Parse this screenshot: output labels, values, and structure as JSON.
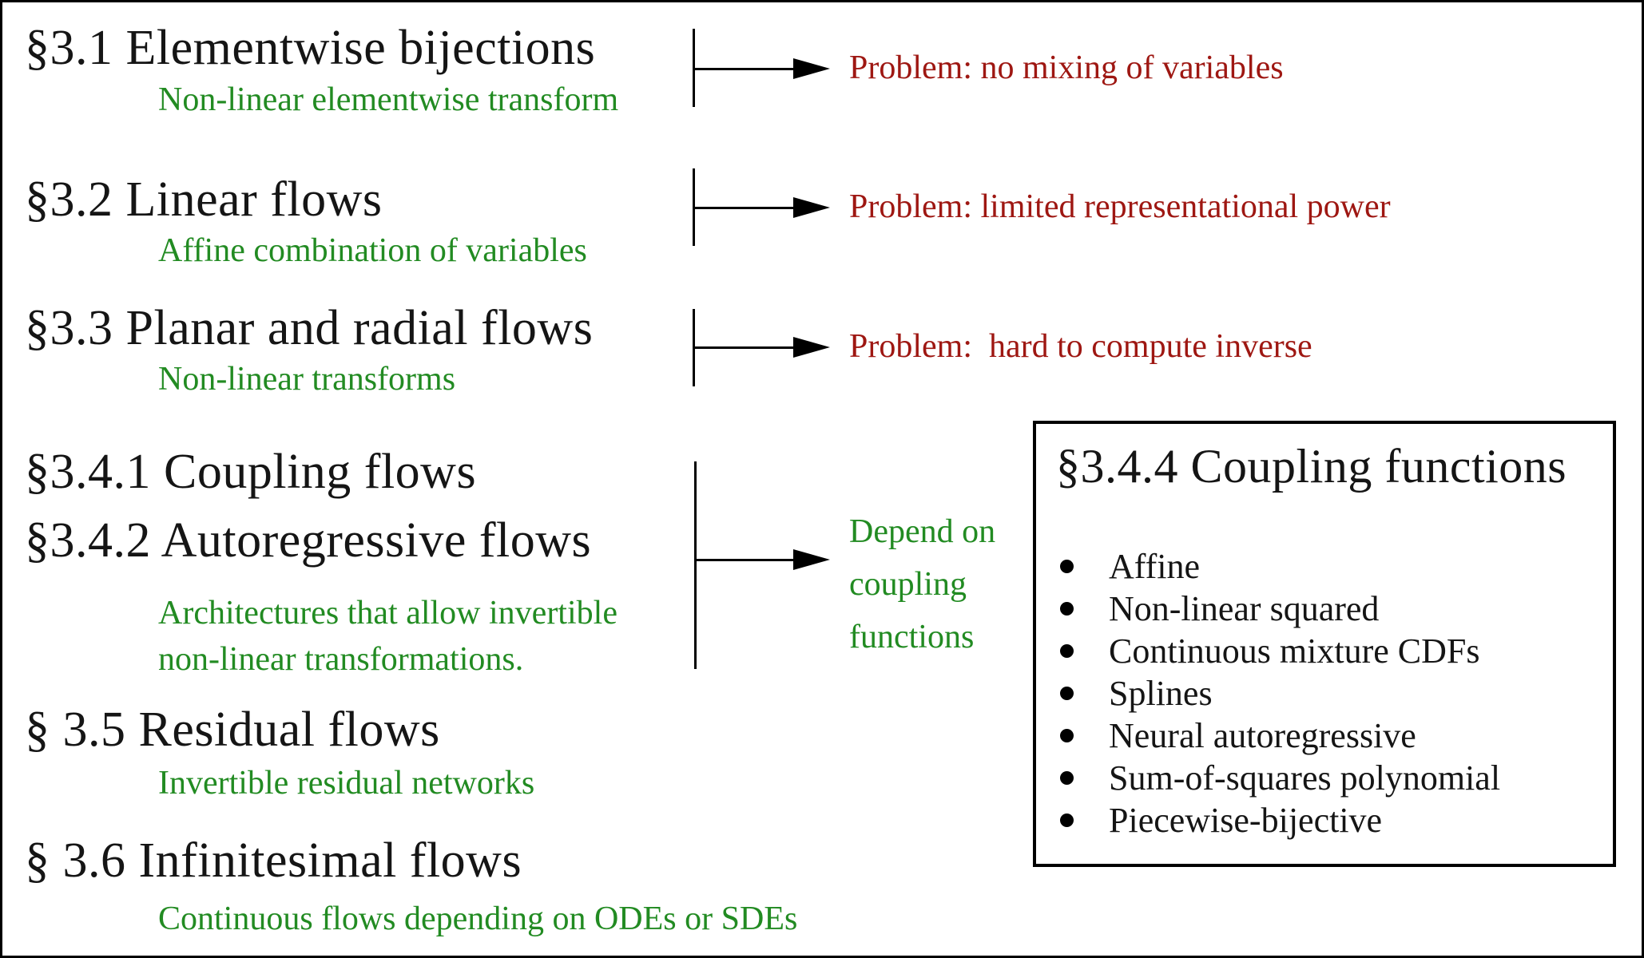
{
  "colors": {
    "text": "#151515",
    "green": "#228B22",
    "red": "#9E1712",
    "line": "#000000"
  },
  "sections": [
    {
      "heading": "§3.1 Elementwise bijections",
      "subtitle": "Non-linear elementwise transform"
    },
    {
      "heading": "§3.2 Linear flows",
      "subtitle": "Affine combination of variables"
    },
    {
      "heading": "§3.3 Planar and radial flows",
      "subtitle": "Non-linear transforms"
    },
    {
      "heading": "§3.4.1 Coupling flows"
    },
    {
      "heading": "§3.4.2 Autoregressive flows",
      "subtitle_line1": "Architectures that allow invertible",
      "subtitle_line2": "non-linear transformations."
    },
    {
      "heading": "§ 3.5 Residual flows",
      "subtitle": "Invertible residual networks"
    },
    {
      "heading": "§ 3.6 Infinitesimal flows",
      "subtitle": "Continuous flows depending on ODEs or SDEs"
    }
  ],
  "problems": [
    "Problem: no mixing of variables",
    "Problem: limited representational power",
    "Problem:  hard to compute inverse"
  ],
  "depend_note": {
    "line1": "Depend on",
    "line2": "coupling",
    "line3": "functions"
  },
  "coupling_box": {
    "title": "§3.4.4 Coupling functions",
    "items": [
      "Affine",
      "Non-linear squared",
      "Continuous mixture CDFs",
      "Splines",
      "Neural autoregressive",
      "Sum-of-squares polynomial",
      "Piecewise-bijective"
    ]
  }
}
